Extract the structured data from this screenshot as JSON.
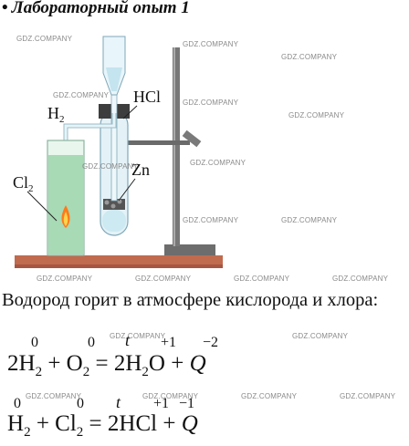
{
  "heading": {
    "bullet": "•",
    "title": "Лабораторный опыт 1"
  },
  "watermark": "GDZ.COMPANY",
  "diagram": {
    "label_hcl": "HCl",
    "label_h2": "H",
    "label_h2_sub": "2",
    "label_zn": "Zn",
    "label_cl2": "Cl",
    "label_cl2_sub": "2"
  },
  "sentence": "Водород горит в атмосфере кислорода и хлора:",
  "equation1": {
    "lhs1": "2H",
    "lhs1_sub": "2",
    "plus1": " + ",
    "lhs2": "O",
    "lhs2_sub": "2",
    "equals": " = ",
    "rhs": "2H",
    "rhs_sub": "2",
    "rhs_tail": "O",
    "plus2": " + ",
    "q": "Q",
    "ox_h": "0",
    "ox_o": "0",
    "cond": "t",
    "ox_h_prod": "+1",
    "ox_o_prod": "−2"
  },
  "equation2": {
    "lhs1": "H",
    "lhs1_sub": "2",
    "plus1": " + ",
    "lhs2": "Cl",
    "lhs2_sub": "2",
    "equals": " = ",
    "rhs": "2HCl",
    "plus2": " + ",
    "q": "Q",
    "ox_h": "0",
    "ox_cl": "0",
    "cond": "t",
    "ox_h_prod": "+1",
    "ox_cl_prod": "−1"
  },
  "colors": {
    "table": "#c06a4e",
    "solution": "#9ed3ab",
    "glass": "#dff1f6",
    "stand": "#707070",
    "flame": "#ff7a1a"
  }
}
